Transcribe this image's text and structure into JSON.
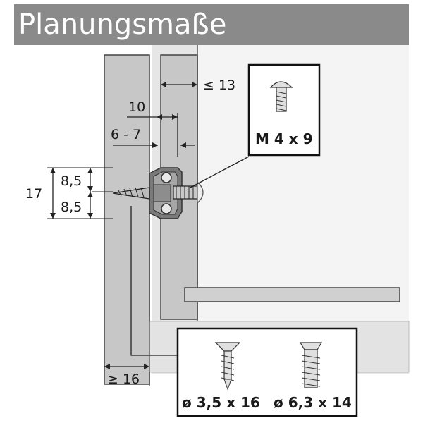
{
  "title": "Planungsmaße",
  "dimensions": {
    "top_gap": "≤ 13",
    "d10": "10",
    "d6_7": "6 - 7",
    "h17": "17",
    "h85_top": "8,5",
    "h85_bottom": "8,5",
    "bottom_width": "≥ 16"
  },
  "screws": {
    "machine_screw": "M 4 x 9",
    "wood_screw_1": "ø 3,5 x 16",
    "wood_screw_2": "ø 6,3 x 14"
  }
}
